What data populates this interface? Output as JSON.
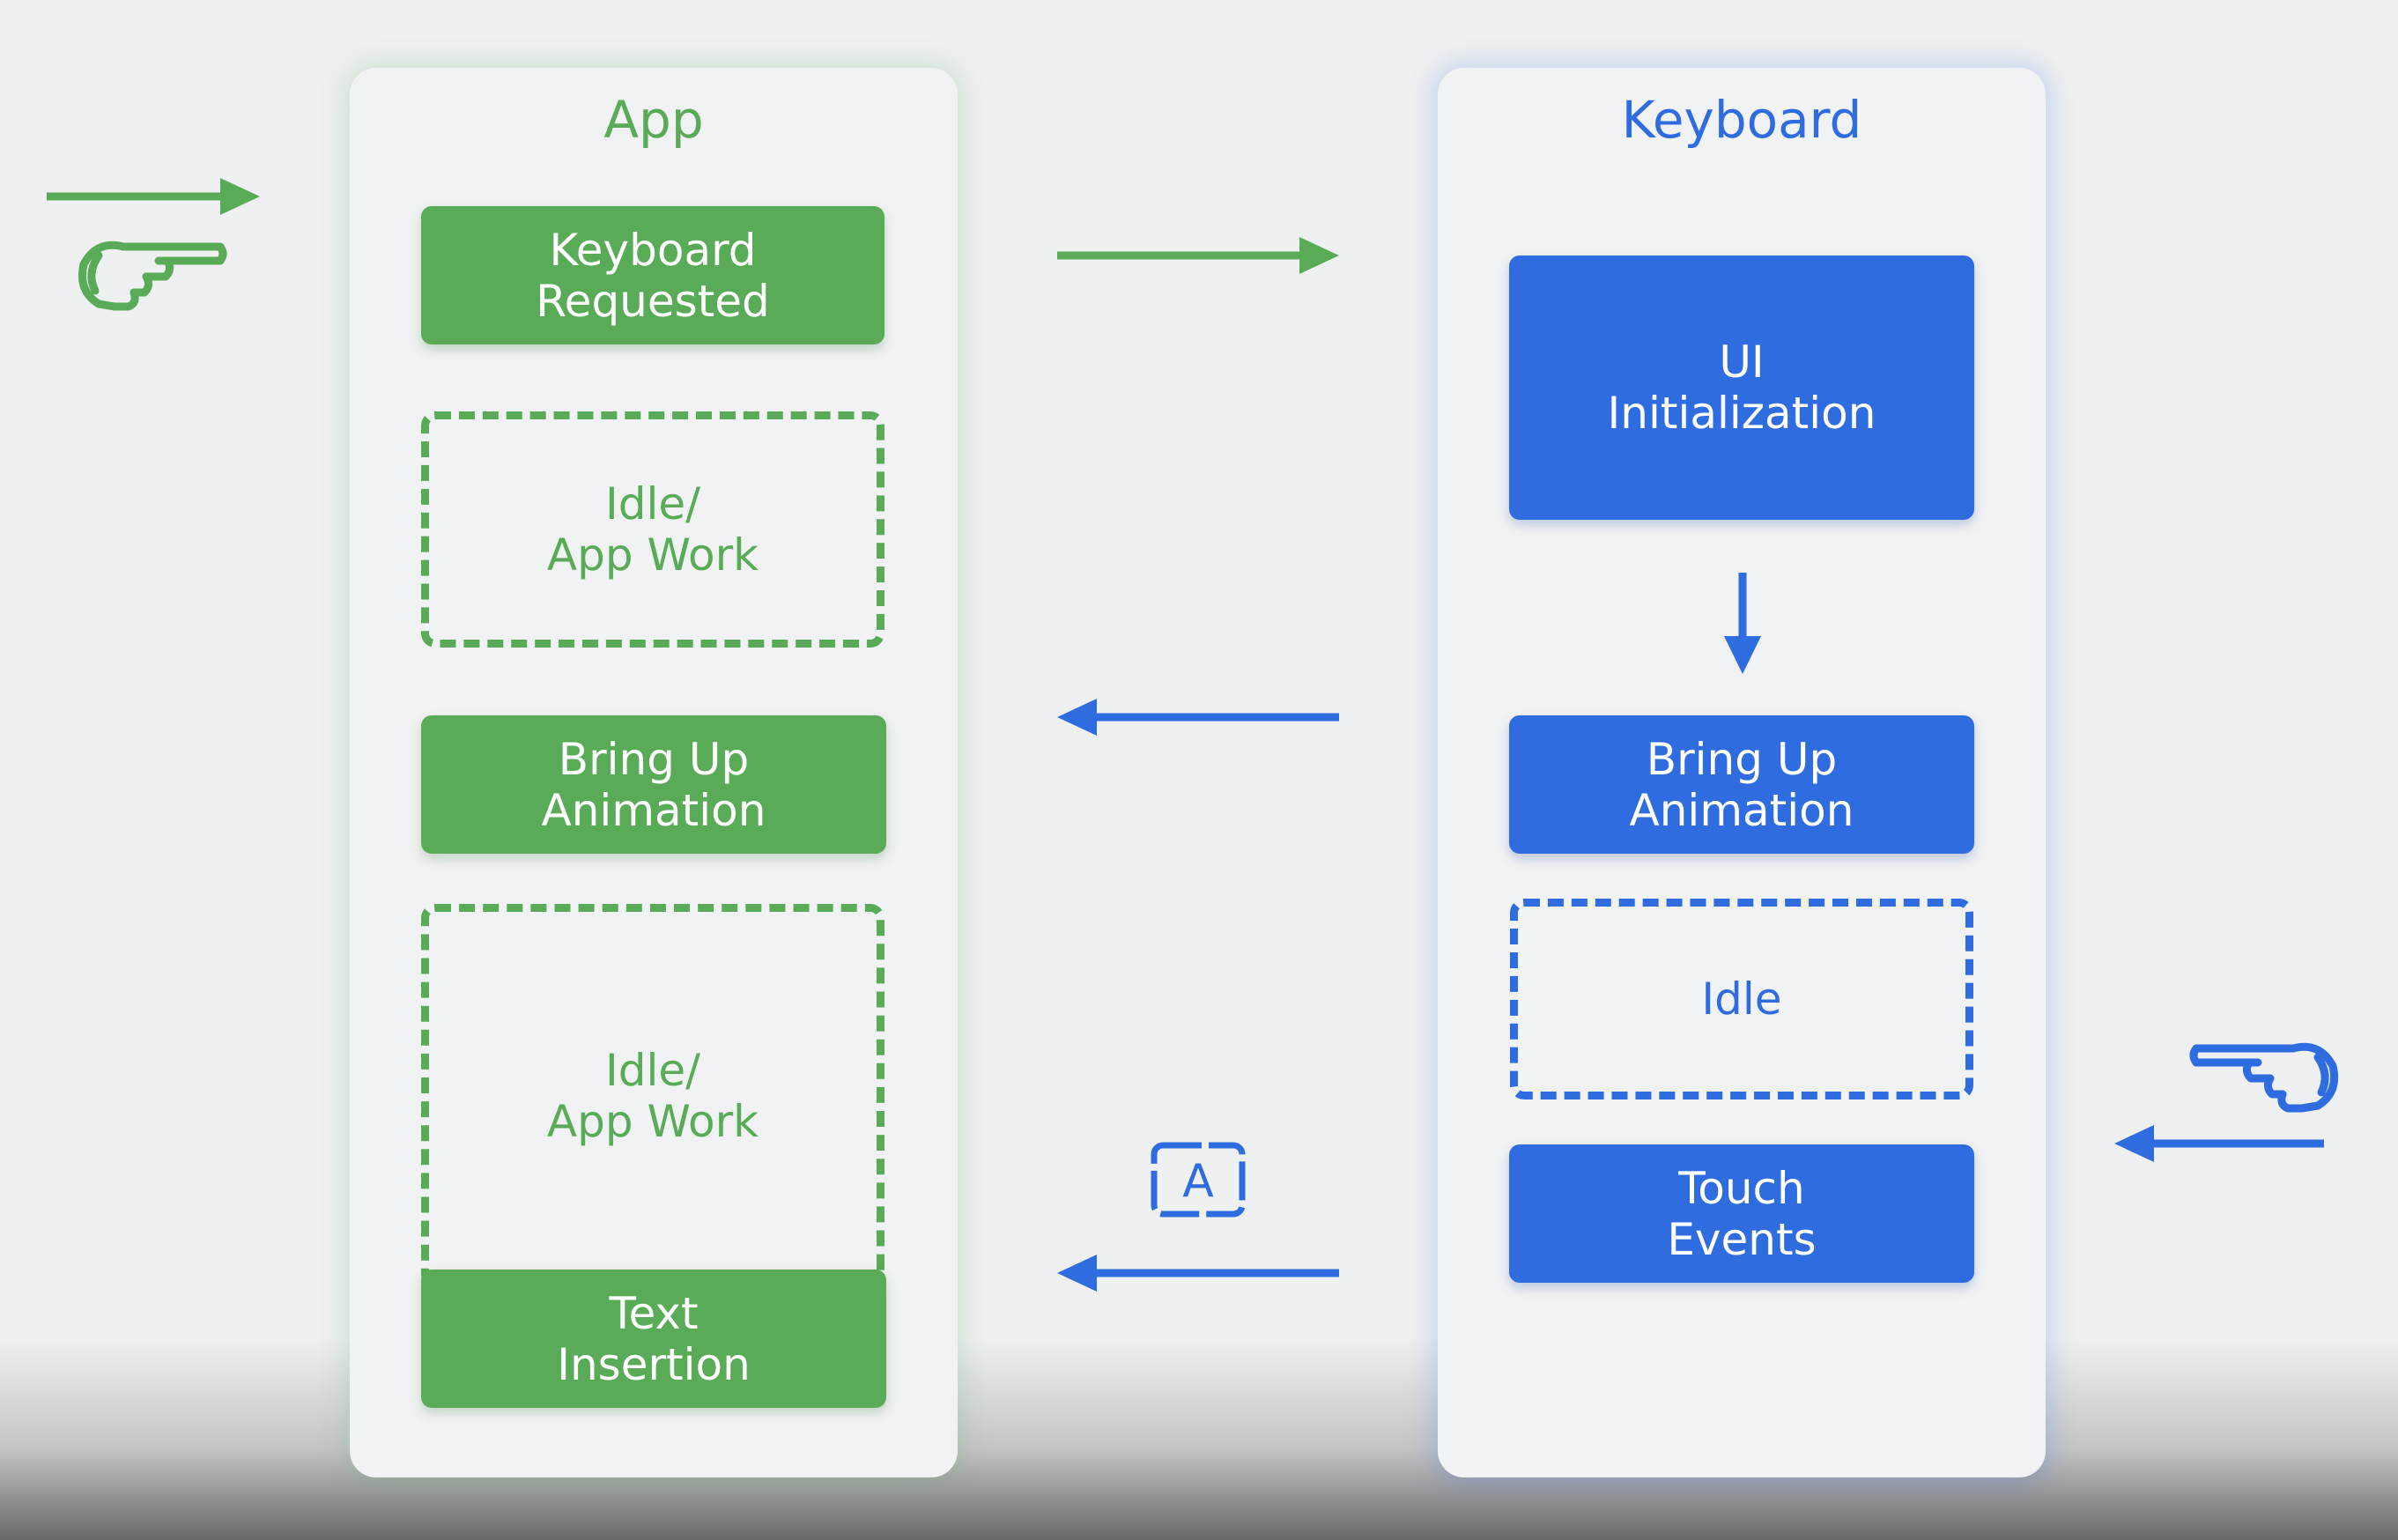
{
  "colors": {
    "app_green": "#59ab58",
    "keyboard_blue": "#2e6ce0",
    "background": "#eff0f1"
  },
  "app": {
    "title": "App",
    "steps": [
      {
        "label": "Keyboard\nRequested",
        "style": "solid"
      },
      {
        "label": "Idle/\nApp Work",
        "style": "dashed"
      },
      {
        "label": "Bring Up\nAnimation",
        "style": "solid"
      },
      {
        "label": "Idle/\nApp Work",
        "style": "dashed"
      },
      {
        "label": "Text\nInsertion",
        "style": "solid"
      }
    ]
  },
  "keyboard": {
    "title": "Keyboard",
    "steps": [
      {
        "label": "UI\nInitialization",
        "style": "solid"
      },
      {
        "label": "Bring Up\nAnimation",
        "style": "solid"
      },
      {
        "label": "Idle",
        "style": "dashed"
      },
      {
        "label": "Touch\nEvents",
        "style": "solid"
      }
    ]
  },
  "icons": {
    "left_hand": "pointing-hand-right-icon",
    "right_hand": "pointing-hand-left-icon",
    "text_cursor": "letter-a-input-icon",
    "letter": "A"
  }
}
